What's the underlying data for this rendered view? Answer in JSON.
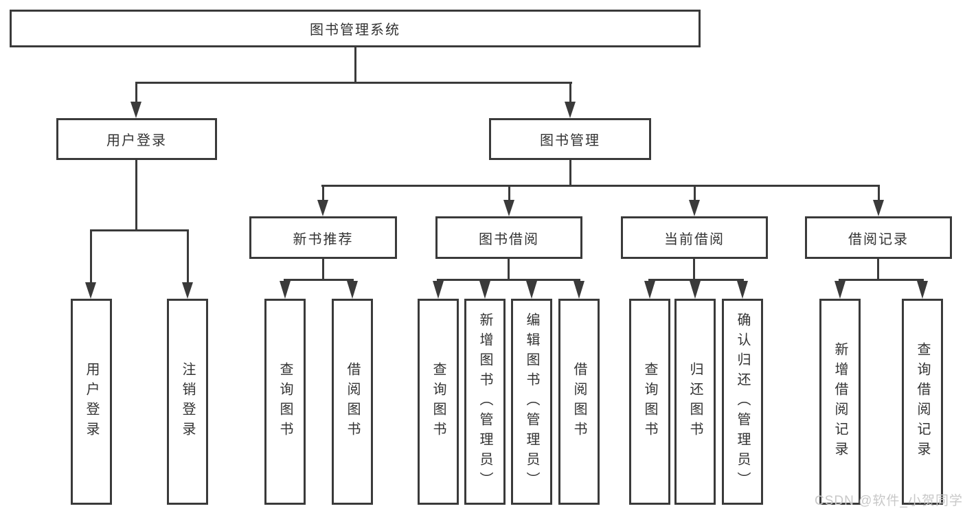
{
  "tree": {
    "root": {
      "label": "图书管理系统"
    },
    "children": [
      {
        "label": "用户登录",
        "children": [
          {
            "label": "用户登录"
          },
          {
            "label": "注销登录"
          }
        ]
      },
      {
        "label": "图书管理",
        "children": [
          {
            "label": "新书推荐",
            "children": [
              {
                "label": "查询图书"
              },
              {
                "label": "借阅图书"
              }
            ]
          },
          {
            "label": "图书借阅",
            "children": [
              {
                "label": "查询图书"
              },
              {
                "label": "新增图书（管理员）"
              },
              {
                "label": "编辑图书（管理员）"
              },
              {
                "label": "借阅图书"
              }
            ]
          },
          {
            "label": "当前借阅",
            "children": [
              {
                "label": "查询图书"
              },
              {
                "label": "归还图书"
              },
              {
                "label": "确认归还（管理员）"
              }
            ]
          },
          {
            "label": "借阅记录",
            "children": [
              {
                "label": "新增借阅记录"
              },
              {
                "label": "查询借阅记录"
              }
            ]
          }
        ]
      }
    ]
  },
  "watermark": "CSDN @软件_小贺同学",
  "colors": {
    "line": "#3a3a3a",
    "text": "#333333",
    "background": "#ffffff",
    "watermark": "#c8c8c8"
  }
}
